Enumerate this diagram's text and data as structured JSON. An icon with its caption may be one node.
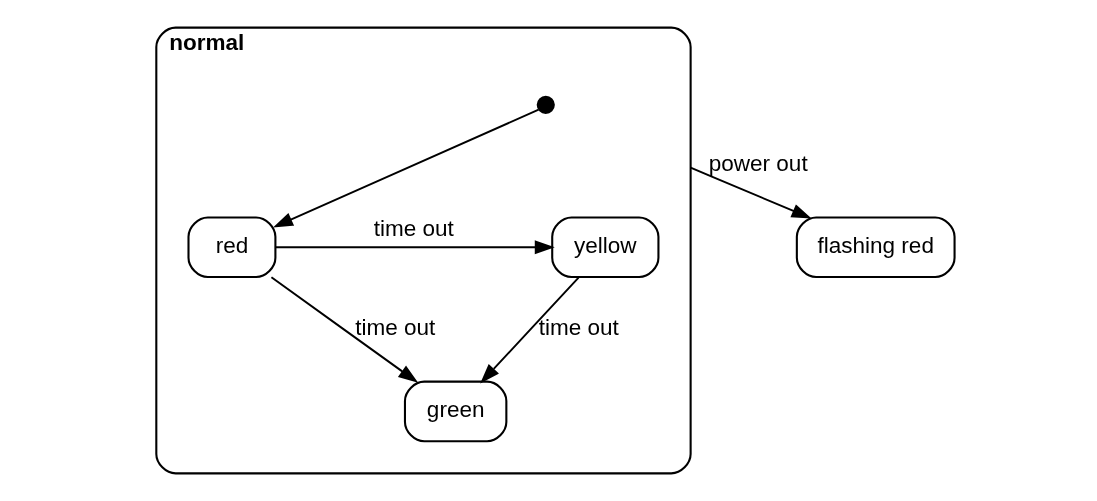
{
  "diagram": {
    "nodes": [
      {
        "text": [
          "normal"
        ]
      },
      {
        "text": [],
        "shape": "circle",
        "in": 0
      },
      {
        "text": [
          "red"
        ],
        "in": 0
      },
      {
        "text": [
          "yellow"
        ],
        "in": 0
      },
      {
        "text": [
          "green"
        ],
        "in": 0
      },
      {
        "text": [
          "flashing red"
        ]
      }
    ],
    "edges": [
      {
        "from": 1,
        "to": 2,
        "arrow": "to"
      },
      {
        "from": 2,
        "to": 3,
        "arrow": "to",
        "label": "time out"
      },
      {
        "from": 2,
        "to": 4,
        "arrow": "to",
        "label": "time out"
      },
      {
        "from": 3,
        "to": 4,
        "arrow": "to",
        "label": "time out"
      },
      {
        "from": 0,
        "to": 5,
        "arrow": "to",
        "label": "power out"
      }
    ]
  }
}
